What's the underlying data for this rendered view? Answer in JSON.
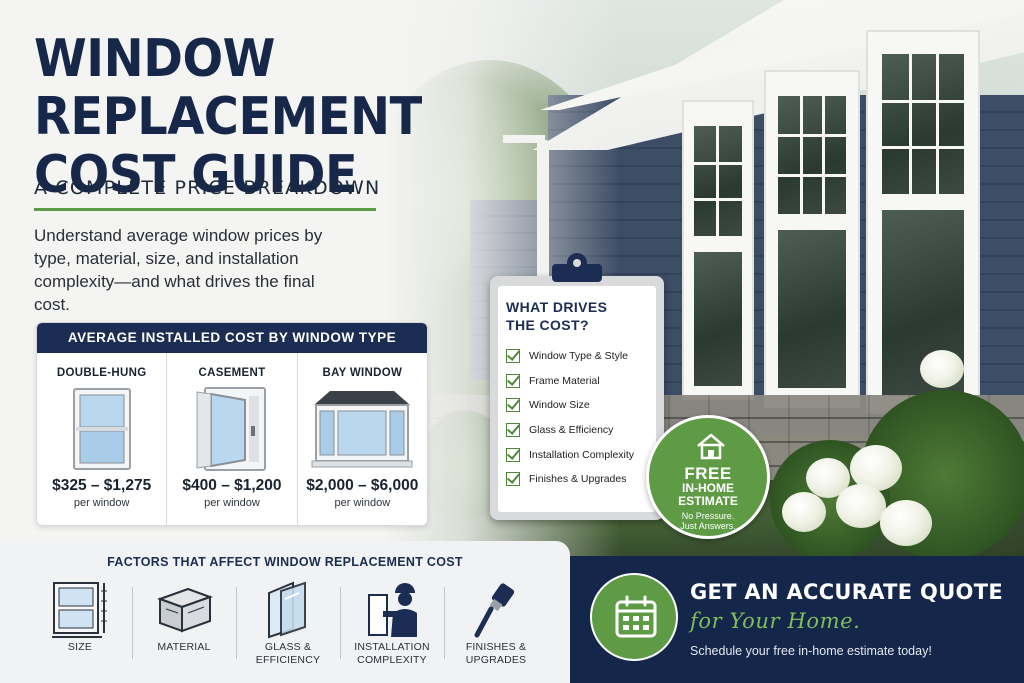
{
  "headline": {
    "title_line1": "WINDOW REPLACEMENT",
    "title_line2": "COST GUIDE",
    "subtitle": "A COMPLETE PRICE BREAKDOWN",
    "intro": "Understand average window prices by type, material, size, and installation complexity—and what drives the final cost."
  },
  "cost_panel": {
    "heading": "AVERAGE INSTALLED COST BY WINDOW TYPE",
    "items": [
      {
        "name": "DOUBLE-HUNG",
        "price": "$325 – $1,275",
        "unit": "per window"
      },
      {
        "name": "CASEMENT",
        "price": "$400 – $1,200",
        "unit": "per window"
      },
      {
        "name": "BAY WINDOW",
        "price": "$2,000 – $6,000",
        "unit": "per window"
      }
    ]
  },
  "drivers": {
    "title_line1": "WHAT DRIVES",
    "title_line2": "THE COST?",
    "items": [
      "Window Type & Style",
      "Frame Material",
      "Window Size",
      "Glass & Efficiency",
      "Installation Complexity",
      "Finishes & Upgrades"
    ]
  },
  "badge": {
    "free": "FREE",
    "line1": "IN-HOME",
    "line2": "ESTIMATE",
    "note1": "No Pressure.",
    "note2": "Just Answers."
  },
  "factors": {
    "heading": "FACTORS THAT AFFECT WINDOW REPLACEMENT COST",
    "items": [
      {
        "label_line1": "SIZE",
        "label_line2": "",
        "icon": "measured-window-icon"
      },
      {
        "label_line1": "MATERIAL",
        "label_line2": "",
        "icon": "frame-profile-icon"
      },
      {
        "label_line1": "GLASS &",
        "label_line2": "EFFICIENCY",
        "icon": "glass-pane-icon"
      },
      {
        "label_line1": "INSTALLATION",
        "label_line2": "COMPLEXITY",
        "icon": "installer-icon"
      },
      {
        "label_line1": "FINISHES &",
        "label_line2": "UPGRADES",
        "icon": "paintbrush-icon"
      }
    ]
  },
  "cta": {
    "heading": "GET AN ACCURATE QUOTE",
    "script": "for Your Home.",
    "subtext": "Schedule your free in-home estimate today!",
    "icon": "calendar-icon"
  },
  "colors": {
    "navy": "#16274a",
    "green": "#5e9b44",
    "light_panel": "#f1f2f3"
  }
}
